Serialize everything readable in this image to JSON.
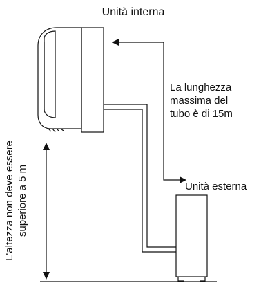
{
  "labels": {
    "indoor_unit": "Unità interna",
    "pipe_length_line1": "La lunghezza",
    "pipe_length_line2": "massima del",
    "pipe_length_line3": "tubo è di 15m",
    "outdoor_unit": "Unità esterna",
    "height_line1": "L'altezza non deve essere",
    "height_line2": "superiore a 5 m"
  },
  "colors": {
    "line": "#111111",
    "background": "#ffffff"
  }
}
